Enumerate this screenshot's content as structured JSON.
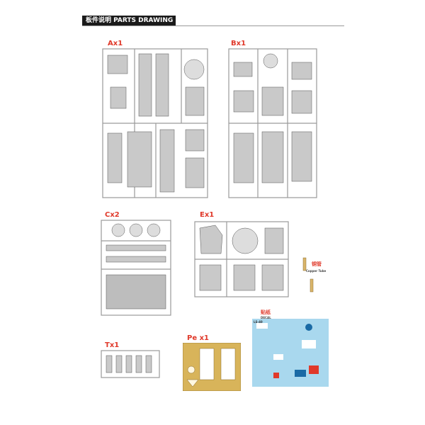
{
  "header": {
    "title": "板件说明 PARTS DRAWING"
  },
  "sprues": [
    {
      "id": "A",
      "label": "Ax1"
    },
    {
      "id": "B",
      "label": "Bx1"
    },
    {
      "id": "C",
      "label": "Cx2"
    },
    {
      "id": "E",
      "label": "Ex1"
    },
    {
      "id": "T",
      "label": "Tx1"
    },
    {
      "id": "Pe",
      "label": "Pe x1"
    }
  ],
  "copper_tube": {
    "label_cn": "铜管",
    "label_en": "Copper Tube"
  },
  "decal": {
    "label_cn": "贴纸",
    "label_en": "DECAL",
    "sheet_tag": "LS-40"
  },
  "colors": {
    "sprue": "#c9c9c9",
    "accent": "#e0392a",
    "pe": "#d8b45a",
    "decal": "#a9d8ee",
    "tube": "#d9b56a"
  }
}
